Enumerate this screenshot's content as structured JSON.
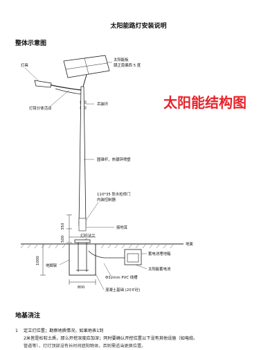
{
  "document": {
    "title": "太阳能路灯安装说明",
    "section1_heading": "整体示意图",
    "section2_heading": "地基浇注"
  },
  "figure": {
    "watermark": "太阳能结构图",
    "watermark_color": "#e8222a",
    "labels": {
      "lamp_head": "灯具",
      "solar_panel_line1": "太阳能板",
      "solar_panel_line2": "朝正南偏西 5 度",
      "lamp_arm": "灯臂分体活动",
      "hoop": "吊装环",
      "pole": "圆锥杆，热镀锌喷塑",
      "door_line1": "110*35 防水检修门",
      "door_line2": "内装控制器",
      "grounding_ear": "接地耳",
      "flange": "灯杆法兰",
      "ground": "地面",
      "battery_box": "蓄电池埋地箱",
      "battery": "太阳能蓄电池",
      "anchor": "地脚架",
      "pipe": "Φ32mm PVC 线槽",
      "foundation": "混凝土基础 (20＃砼)"
    },
    "dimensions": {
      "h_350": "350",
      "h_500": "500",
      "depth": "1000",
      "width": "800"
    }
  },
  "paragraph": {
    "number": "1",
    "line1": "定立灯位置；勘察地质情况，如果地表1到",
    "line2": "2米皆是松软土质，那么开挖深度应加深；同时要确认开挖位置以下没有其他设施（如电缆、",
    "line3": "管道等），灯灯顶部没有长时间遮阳物体，否则需适当更换位置。"
  }
}
